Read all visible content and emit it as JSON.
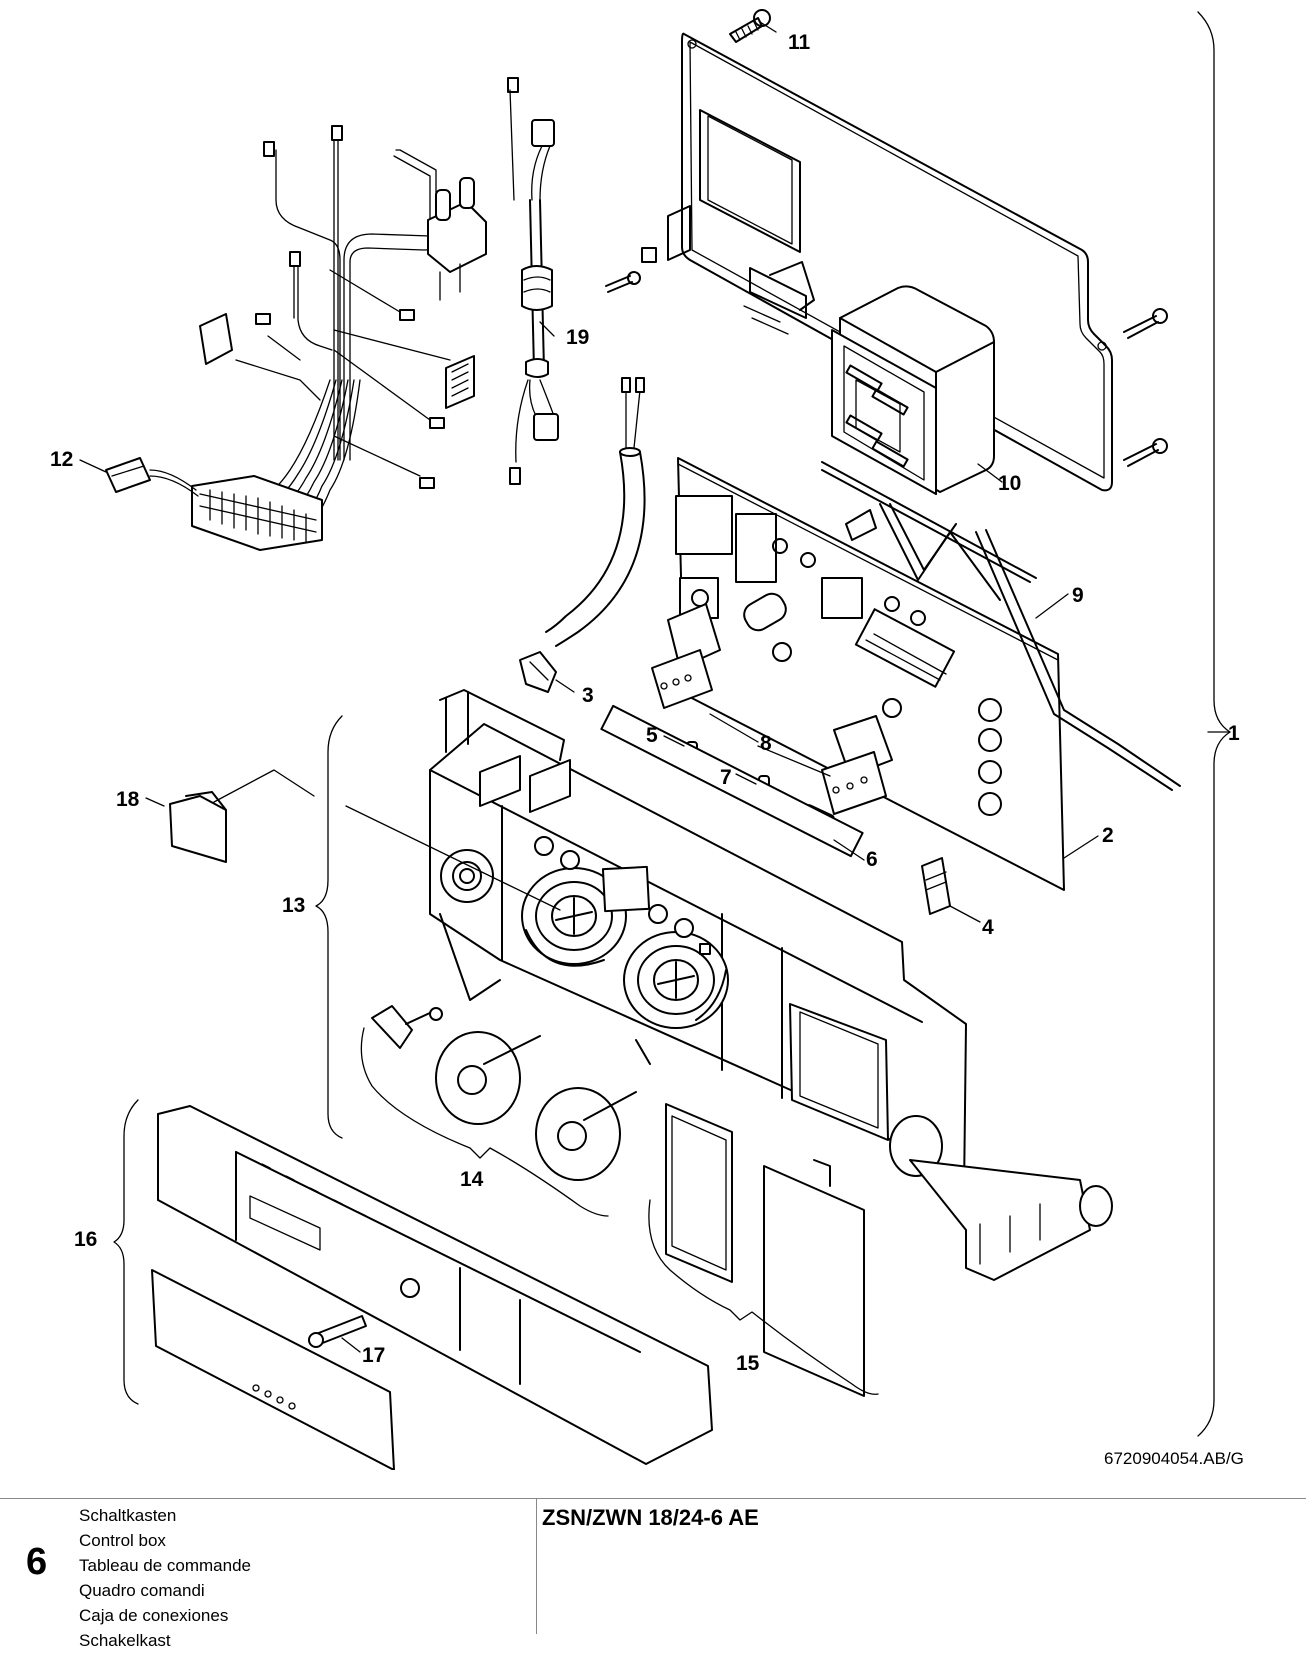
{
  "diagram": {
    "callouts": [
      "1",
      "2",
      "3",
      "4",
      "5",
      "6",
      "7",
      "8",
      "9",
      "10",
      "11",
      "12",
      "13",
      "14",
      "15",
      "16",
      "17",
      "18",
      "19"
    ],
    "doc_ref": "6720904054.AB/G"
  },
  "footer": {
    "section_number": "6",
    "titles": [
      "Schaltkasten",
      "Control box",
      "Tableau de commande",
      "Quadro comandi",
      "Caja de conexiones",
      "Schakelkast"
    ],
    "model": "ZSN/ZWN 18/24-6 AE"
  }
}
